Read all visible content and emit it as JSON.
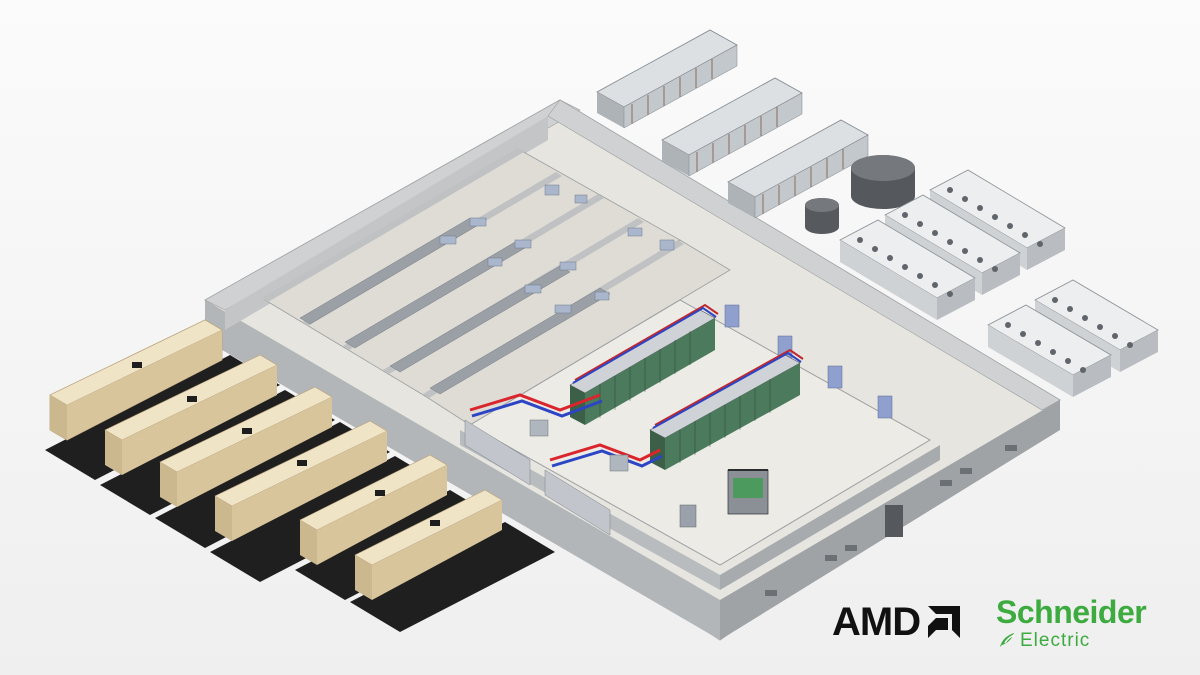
{
  "logos": {
    "amd": {
      "name": "AMD"
    },
    "schneider": {
      "line1": "Schneider",
      "line2": "Electric"
    }
  },
  "colors": {
    "background": "#f6f6f6",
    "wall": "#b8bbbd",
    "wall_top": "#d7d9da",
    "floor": "#e7e6e0",
    "generator": "#eadbb7",
    "generator_dark": "#c9b78f",
    "amd_black": "#111111",
    "schneider_green": "#3dab3f",
    "pipe_red": "#d9252b",
    "pipe_blue": "#2c45c4",
    "rack_green": "#3e7a55"
  },
  "scene": {
    "description_items": [
      "generator",
      "cooling-unit",
      "chiller",
      "water-tank",
      "data-hall",
      "server-rack",
      "cooling-pipe"
    ]
  }
}
